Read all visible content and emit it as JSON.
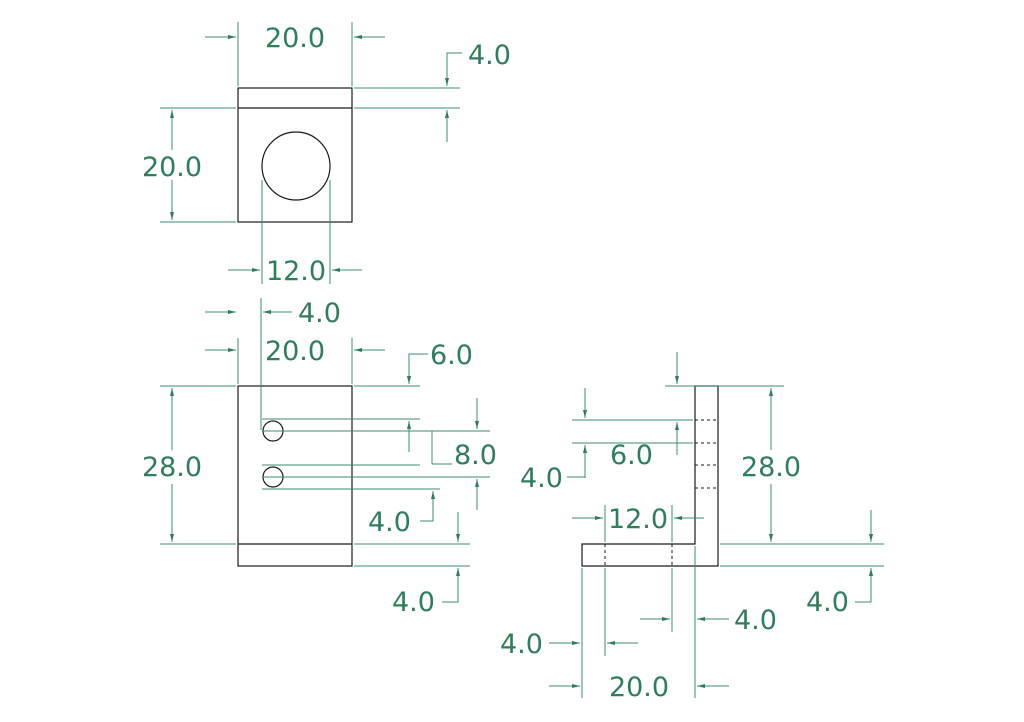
{
  "colors": {
    "dimension": "#2e7d5b",
    "part": "#1a1a1a",
    "background": "#ffffff"
  },
  "top_view": {
    "width": "20.0",
    "lip": "4.0",
    "height": "20.0",
    "hole_diameter": "12.0"
  },
  "front_view": {
    "hole_offset": "4.0",
    "width": "20.0",
    "top_gap": "6.0",
    "height": "28.0",
    "hole_spacing": "8.0",
    "hole_bottom": "4.0",
    "base": "4.0"
  },
  "side_view": {
    "top_gap": "6.0",
    "left_offset": "4.0",
    "height": "28.0",
    "inner": "12.0",
    "base_thickness": "4.0",
    "wall": "4.0",
    "left_edge": "4.0",
    "width": "20.0"
  }
}
